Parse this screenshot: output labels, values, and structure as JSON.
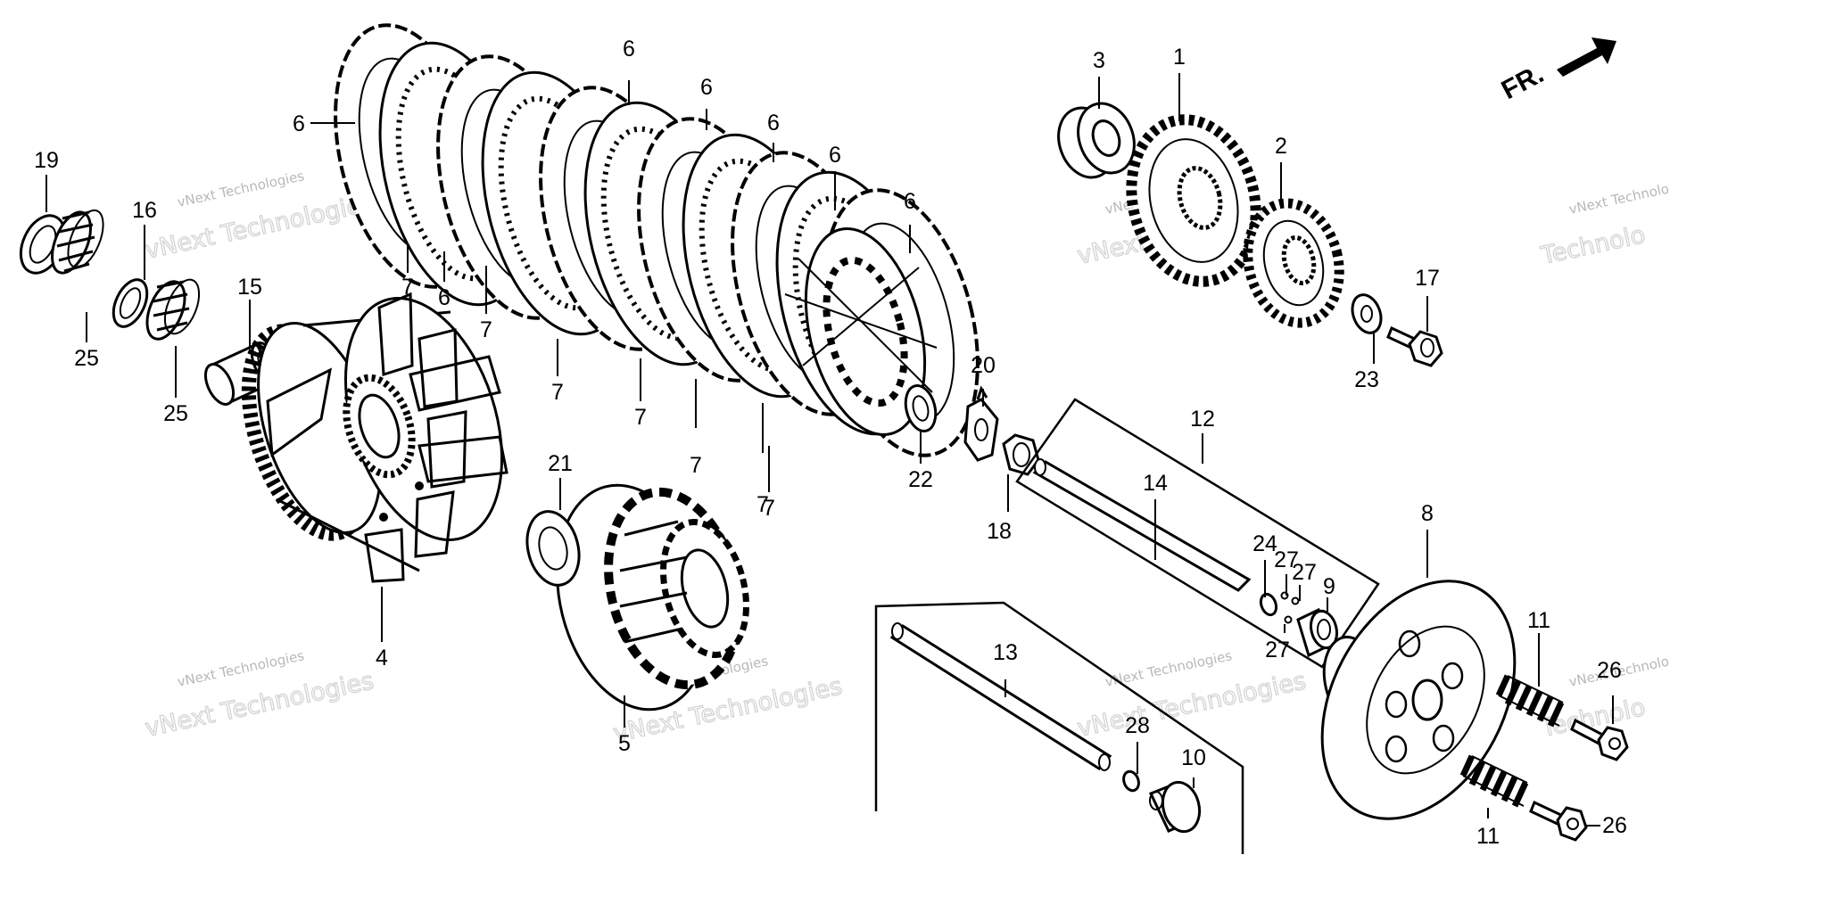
{
  "direction_label": "FR.",
  "watermark": {
    "small": "vNext Technologies",
    "large": "vNext Technologies",
    "small_cut": "vNext Technolo",
    "large_cut": "Technolo"
  },
  "callouts": {
    "c1": "1",
    "c2": "2",
    "c3": "3",
    "c4": "4",
    "c5": "5",
    "c6a": "6",
    "c6b": "6",
    "c6c": "6",
    "c6d": "6",
    "c6e": "6",
    "c6f": "6",
    "c6g": "6",
    "c7a": "7",
    "c7b": "7",
    "c7c": "7",
    "c7d": "7",
    "c7e": "7",
    "c7f": "7",
    "c7g": "7",
    "c8": "8",
    "c9": "9",
    "c10": "10",
    "c11a": "11",
    "c11b": "11",
    "c12": "12",
    "c13": "13",
    "c14": "14",
    "c15": "15",
    "c16": "16",
    "c17": "17",
    "c18": "18",
    "c19": "19",
    "c20": "20",
    "c21": "21",
    "c22": "22",
    "c23": "23",
    "c24": "24",
    "c25a": "25",
    "c25b": "25",
    "c26a": "26",
    "c26b": "26",
    "c27a": "27",
    "c27b": "27",
    "c27c": "27",
    "c28": "28"
  }
}
